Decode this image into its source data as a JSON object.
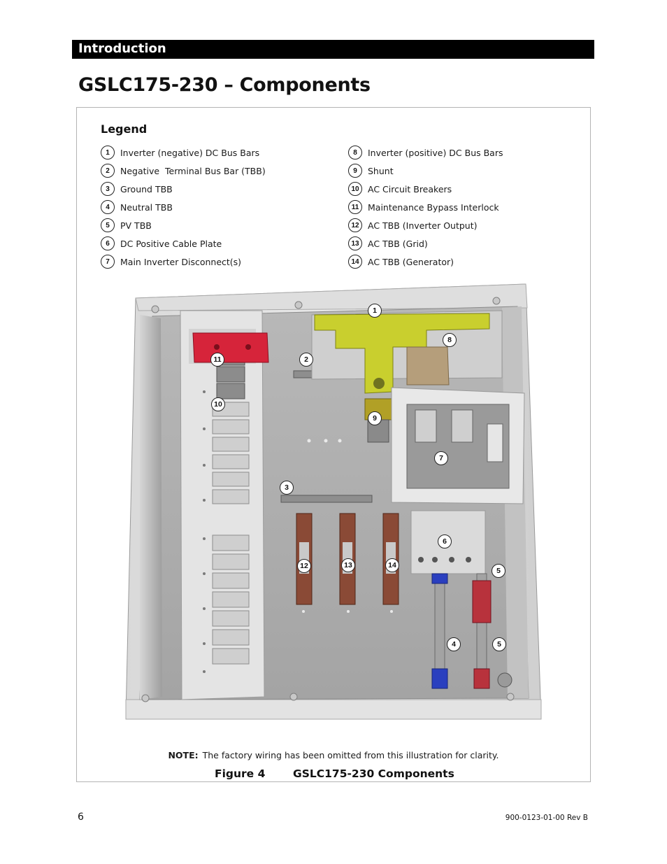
{
  "header": {
    "section_title": "Introduction"
  },
  "page_title": "GSLC175-230 – Components",
  "legend": {
    "title": "Legend",
    "left_items": [
      {
        "num": "1",
        "label": "Inverter (negative) DC Bus Bars"
      },
      {
        "num": "2",
        "label": "Negative  Terminal Bus Bar (TBB)"
      },
      {
        "num": "3",
        "label": "Ground TBB"
      },
      {
        "num": "4",
        "label": "Neutral TBB"
      },
      {
        "num": "5",
        "label": "PV TBB"
      },
      {
        "num": "6",
        "label": "DC Positive Cable Plate"
      },
      {
        "num": "7",
        "label": "Main Inverter Disconnect(s)"
      }
    ],
    "right_items": [
      {
        "num": "8",
        "label": "Inverter (positive) DC Bus Bars"
      },
      {
        "num": "9",
        "label": "Shunt"
      },
      {
        "num": "10",
        "label": "AC Circuit Breakers"
      },
      {
        "num": "11",
        "label": "Maintenance Bypass Interlock"
      },
      {
        "num": "12",
        "label": "AC TBB (Inverter Output)"
      },
      {
        "num": "13",
        "label": "AC TBB (Grid)"
      },
      {
        "num": "14",
        "label": "AC TBB (Generator)"
      }
    ]
  },
  "callouts": [
    "1",
    "2",
    "3",
    "4",
    "5",
    "5",
    "6",
    "7",
    "8",
    "9",
    "10",
    "11",
    "12",
    "13",
    "14"
  ],
  "note": {
    "label": "NOTE:",
    "text": "The factory wiring has been omitted from this illustration for clarity."
  },
  "figure": {
    "number": "Figure 4",
    "caption": "GSLC175-230 Components"
  },
  "footer": {
    "page_number": "6",
    "doc_number": "900-0123-01-00 Rev B"
  },
  "colors": {
    "bus_bar_yellow": "#c9cf2e",
    "interlock_red": "#d6243a",
    "neutral_blue": "#2a3fbf",
    "pv_red": "#b8323c",
    "terminal_brown": "#8a4a36",
    "enclosure_gray": "#c9c9c9"
  }
}
